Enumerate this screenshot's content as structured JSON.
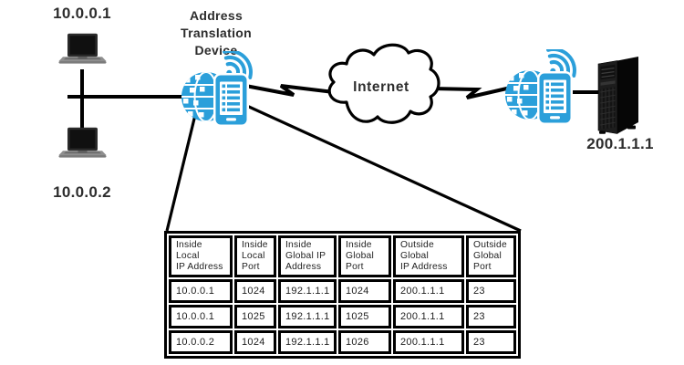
{
  "diagram": {
    "hosts": [
      {
        "label": "10.0.0.1"
      },
      {
        "label": "10.0.0.2"
      }
    ],
    "device_label": "Address\nTranslation\nDevice",
    "internet_label": "Internet",
    "server_label": "200.1.1.1"
  },
  "colors": {
    "icon_blue": "#2b9fda",
    "line_black": "#000000",
    "text_dark": "#2d2d2d"
  },
  "nat_table": {
    "headers": [
      "Inside\nLocal\nIP Address",
      "Inside\nLocal\nPort",
      "Inside\nGlobal IP\nAddress",
      "Inside\nGlobal\nPort",
      "Outside\nGlobal\nIP Address",
      "Outside\nGlobal\nPort"
    ],
    "rows": [
      [
        "10.0.0.1",
        "1024",
        "192.1.1.1",
        "1024",
        "200.1.1.1",
        "23"
      ],
      [
        "10.0.0.1",
        "1025",
        "192.1.1.1",
        "1025",
        "200.1.1.1",
        "23"
      ],
      [
        "10.0.0.2",
        "1024",
        "192.1.1.1",
        "1026",
        "200.1.1.1",
        "23"
      ]
    ]
  }
}
